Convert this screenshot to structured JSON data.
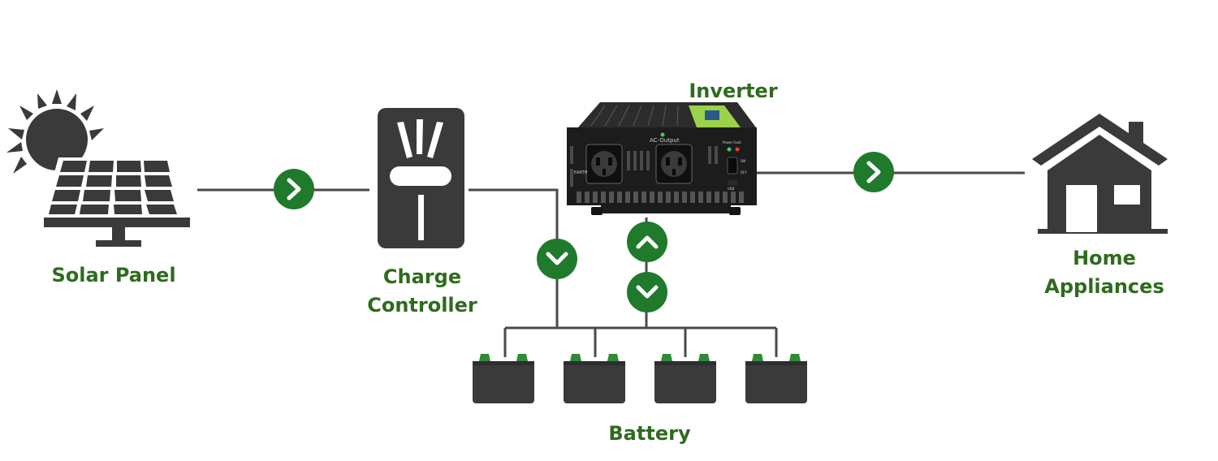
{
  "colors": {
    "icon": "#3a3a3a",
    "label_green": "#2e6b1e",
    "arrow_green": "#1f7a2c",
    "wire": "#4a4a4a",
    "terminal_green": "#2f8a3a",
    "inverter_panel": "#9bd24a"
  },
  "nodes": {
    "solar_panel": {
      "label": "Solar Panel",
      "icon": "solar-panel-icon"
    },
    "charge_controller": {
      "line1": "Charge",
      "line2": "Controller",
      "icon": "charge-controller-icon"
    },
    "inverter": {
      "label": "Inverter",
      "icon": "inverter-icon"
    },
    "home": {
      "line1": "Home",
      "line2": "Appliances",
      "icon": "house-icon"
    },
    "battery": {
      "label": "Battery",
      "icon": "battery-icon",
      "count": 4
    }
  },
  "inverter_device": {
    "output_label": "AC-Output",
    "earth_label": "EARTH",
    "power_fault_label": "Power Fault",
    "on_label": "ON",
    "off_label": "OFF",
    "usb_label": "USB"
  },
  "flows": [
    {
      "from": "solar_panel",
      "to": "charge_controller",
      "direction": "right"
    },
    {
      "from": "charge_controller",
      "to": "battery",
      "direction": "down"
    },
    {
      "from": "battery",
      "to": "inverter",
      "direction": "up"
    },
    {
      "from": "inverter",
      "to": "battery",
      "direction": "down"
    },
    {
      "from": "inverter",
      "to": "home",
      "direction": "right"
    }
  ]
}
